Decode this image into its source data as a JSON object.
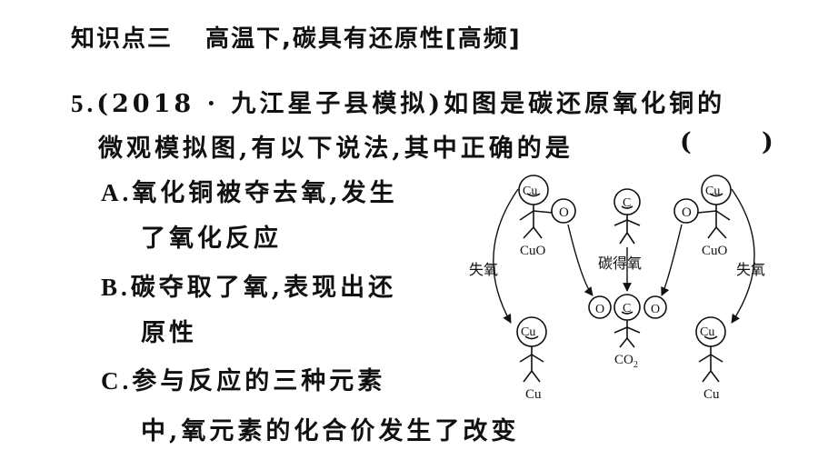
{
  "section": {
    "label": "知识点三",
    "title": "高温下,碳具有还原性",
    "tag": "[高频]"
  },
  "question": {
    "number": "5.",
    "source": "(2018 · 九江星子县模拟)",
    "stem_line1": "如图是碳还原氧化铜的",
    "stem_line2": "微观模拟图,有以下说法,其中正确的是",
    "paren_open": "(",
    "paren_close": ")"
  },
  "options": {
    "A": {
      "letter": "A.",
      "line1": "氧化铜被夺去氧,发生",
      "line2": "了氧化反应"
    },
    "B": {
      "letter": "B.",
      "line1": "碳夺取了氧,表现出还",
      "line2": "原性"
    },
    "C": {
      "letter": "C.",
      "line1": "参与反应的三种元素",
      "line2": "中,氧元素的化合价发生了改变"
    }
  },
  "diagram": {
    "cu": "Cu",
    "o": "O",
    "c": "C",
    "cuo": "CuO",
    "co2_main": "CO",
    "co2_sub": "2",
    "lose_oxygen": "失氧",
    "carbon_gain_oxygen": "碳得氧"
  }
}
